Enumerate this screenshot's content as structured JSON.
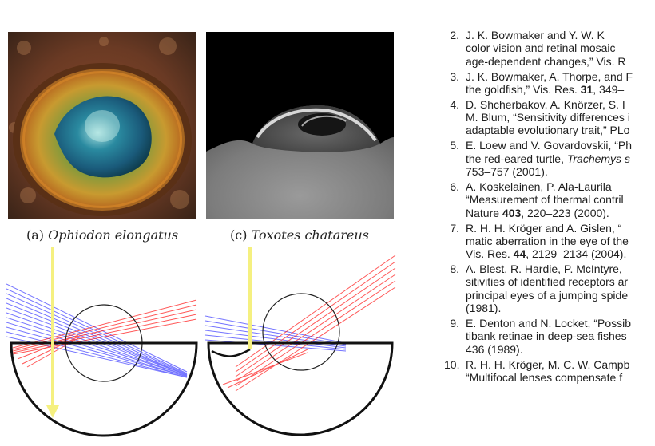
{
  "figure": {
    "panel_a": {
      "label": "(a)",
      "species": "Ophiodon elongatus"
    },
    "panel_c": {
      "label": "(c)",
      "species": "Toxotes chatareus"
    }
  },
  "references": [
    {
      "num": "2.",
      "lines": [
        "J. K. Bowmaker and Y. W. K",
        "color vision and retinal mosaic",
        "age-dependent changes,” Vis. R"
      ]
    },
    {
      "num": "3.",
      "lines": [
        "J. K. Bowmaker, A. Thorpe, and F",
        "the goldfish,” Vis. Res. 31, 349–"
      ],
      "bold": "31"
    },
    {
      "num": "4.",
      "lines": [
        "D. Shcherbakov, A. Knörzer, S. I",
        "M. Blum, “Sensitivity differences i",
        "adaptable evolutionary trait,” PLo"
      ]
    },
    {
      "num": "5.",
      "lines": [
        "E. Loew and V. Govardovskii, “Ph",
        "the red-eared turtle, Trachemys s",
        "753–757 (2001)."
      ],
      "italic": "Trachemys s"
    },
    {
      "num": "6.",
      "lines": [
        "A. Koskelainen, P. Ala-Laurila",
        "“Measurement of thermal contril",
        "Nature 403, 220–223 (2000)."
      ],
      "bold": "403"
    },
    {
      "num": "7.",
      "lines": [
        "R. H. H. Kröger and A. Gislen, “",
        "matic aberration in the eye of the",
        "Vis. Res. 44, 2129–2134 (2004)."
      ],
      "bold": "44"
    },
    {
      "num": "8.",
      "lines": [
        "A. Blest, R. Hardie, P. McIntyre,",
        "sitivities of identified receptors ar",
        "principal eyes of a jumping spide",
        "(1981)."
      ]
    },
    {
      "num": "9.",
      "lines": [
        "E. Denton and N. Locket, “Possib",
        "tibank retinae in deep-sea fishes",
        "436 (1989)."
      ]
    },
    {
      "num": "10.",
      "lines": [
        "R. H. H. Kröger, M. C. W. Campb",
        "“Multifocal lenses compensate f"
      ]
    }
  ]
}
